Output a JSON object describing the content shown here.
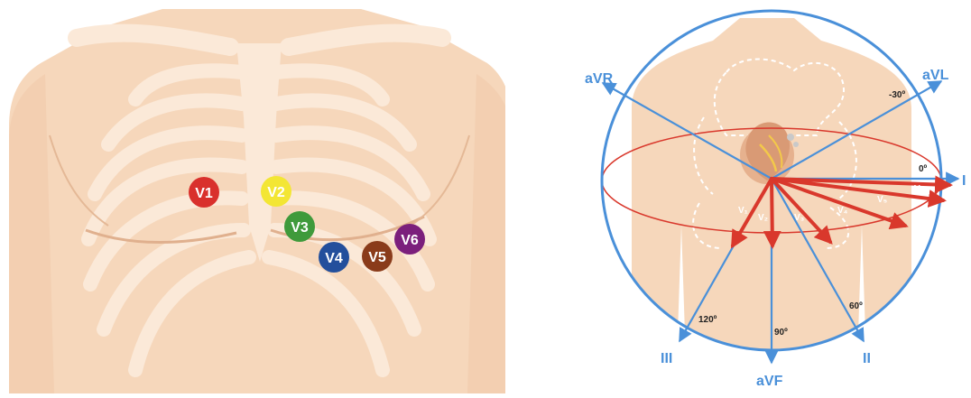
{
  "chest_electrodes": [
    {
      "label": "V1",
      "color": "#d9302c"
    },
    {
      "label": "V2",
      "color": "#f3e634"
    },
    {
      "label": "V3",
      "color": "#3f9a3b"
    },
    {
      "label": "V4",
      "color": "#234f9c"
    },
    {
      "label": "V5",
      "color": "#8a3b1a"
    },
    {
      "label": "V6",
      "color": "#7b1f7c"
    }
  ],
  "limb_leads": {
    "aVR": "aVR",
    "aVL": "aVL",
    "I": "I",
    "II": "II",
    "III": "III",
    "aVF": "aVF"
  },
  "angles": {
    "minus30": "-30º",
    "zero": "0º",
    "sixty": "60º",
    "ninety": "90º",
    "onetwenty": "120º"
  },
  "precordial_vectors": [
    "V₁",
    "V₂",
    "V₃",
    "V₄",
    "V₅",
    "V₆"
  ],
  "colors": {
    "skin": "#f6d7bb",
    "skin_dark": "#ecc2a0",
    "bone": "#fbe9d8",
    "lead_blue": "#4a90d9",
    "vector_red": "#d9382c"
  }
}
